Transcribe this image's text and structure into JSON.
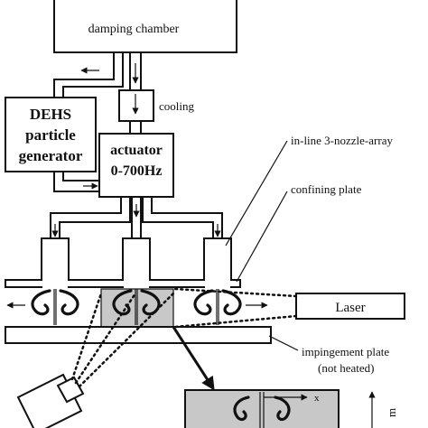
{
  "labels": {
    "damping_chamber": "damping chamber",
    "cooling": "cooling",
    "generator_line1": "DEHS",
    "generator_line2": "particle",
    "generator_line3": "generator",
    "actuator_line1": "actuator",
    "actuator_line2": "0-700Hz",
    "nozzle_array": "in-line 3-nozzle-array",
    "confining_plate": "confining plate",
    "laser": "Laser",
    "impingement_line1": "impingement plate",
    "impingement_line2": "(not heated)",
    "inset_axis_x": "x",
    "partial_unit": "m"
  }
}
